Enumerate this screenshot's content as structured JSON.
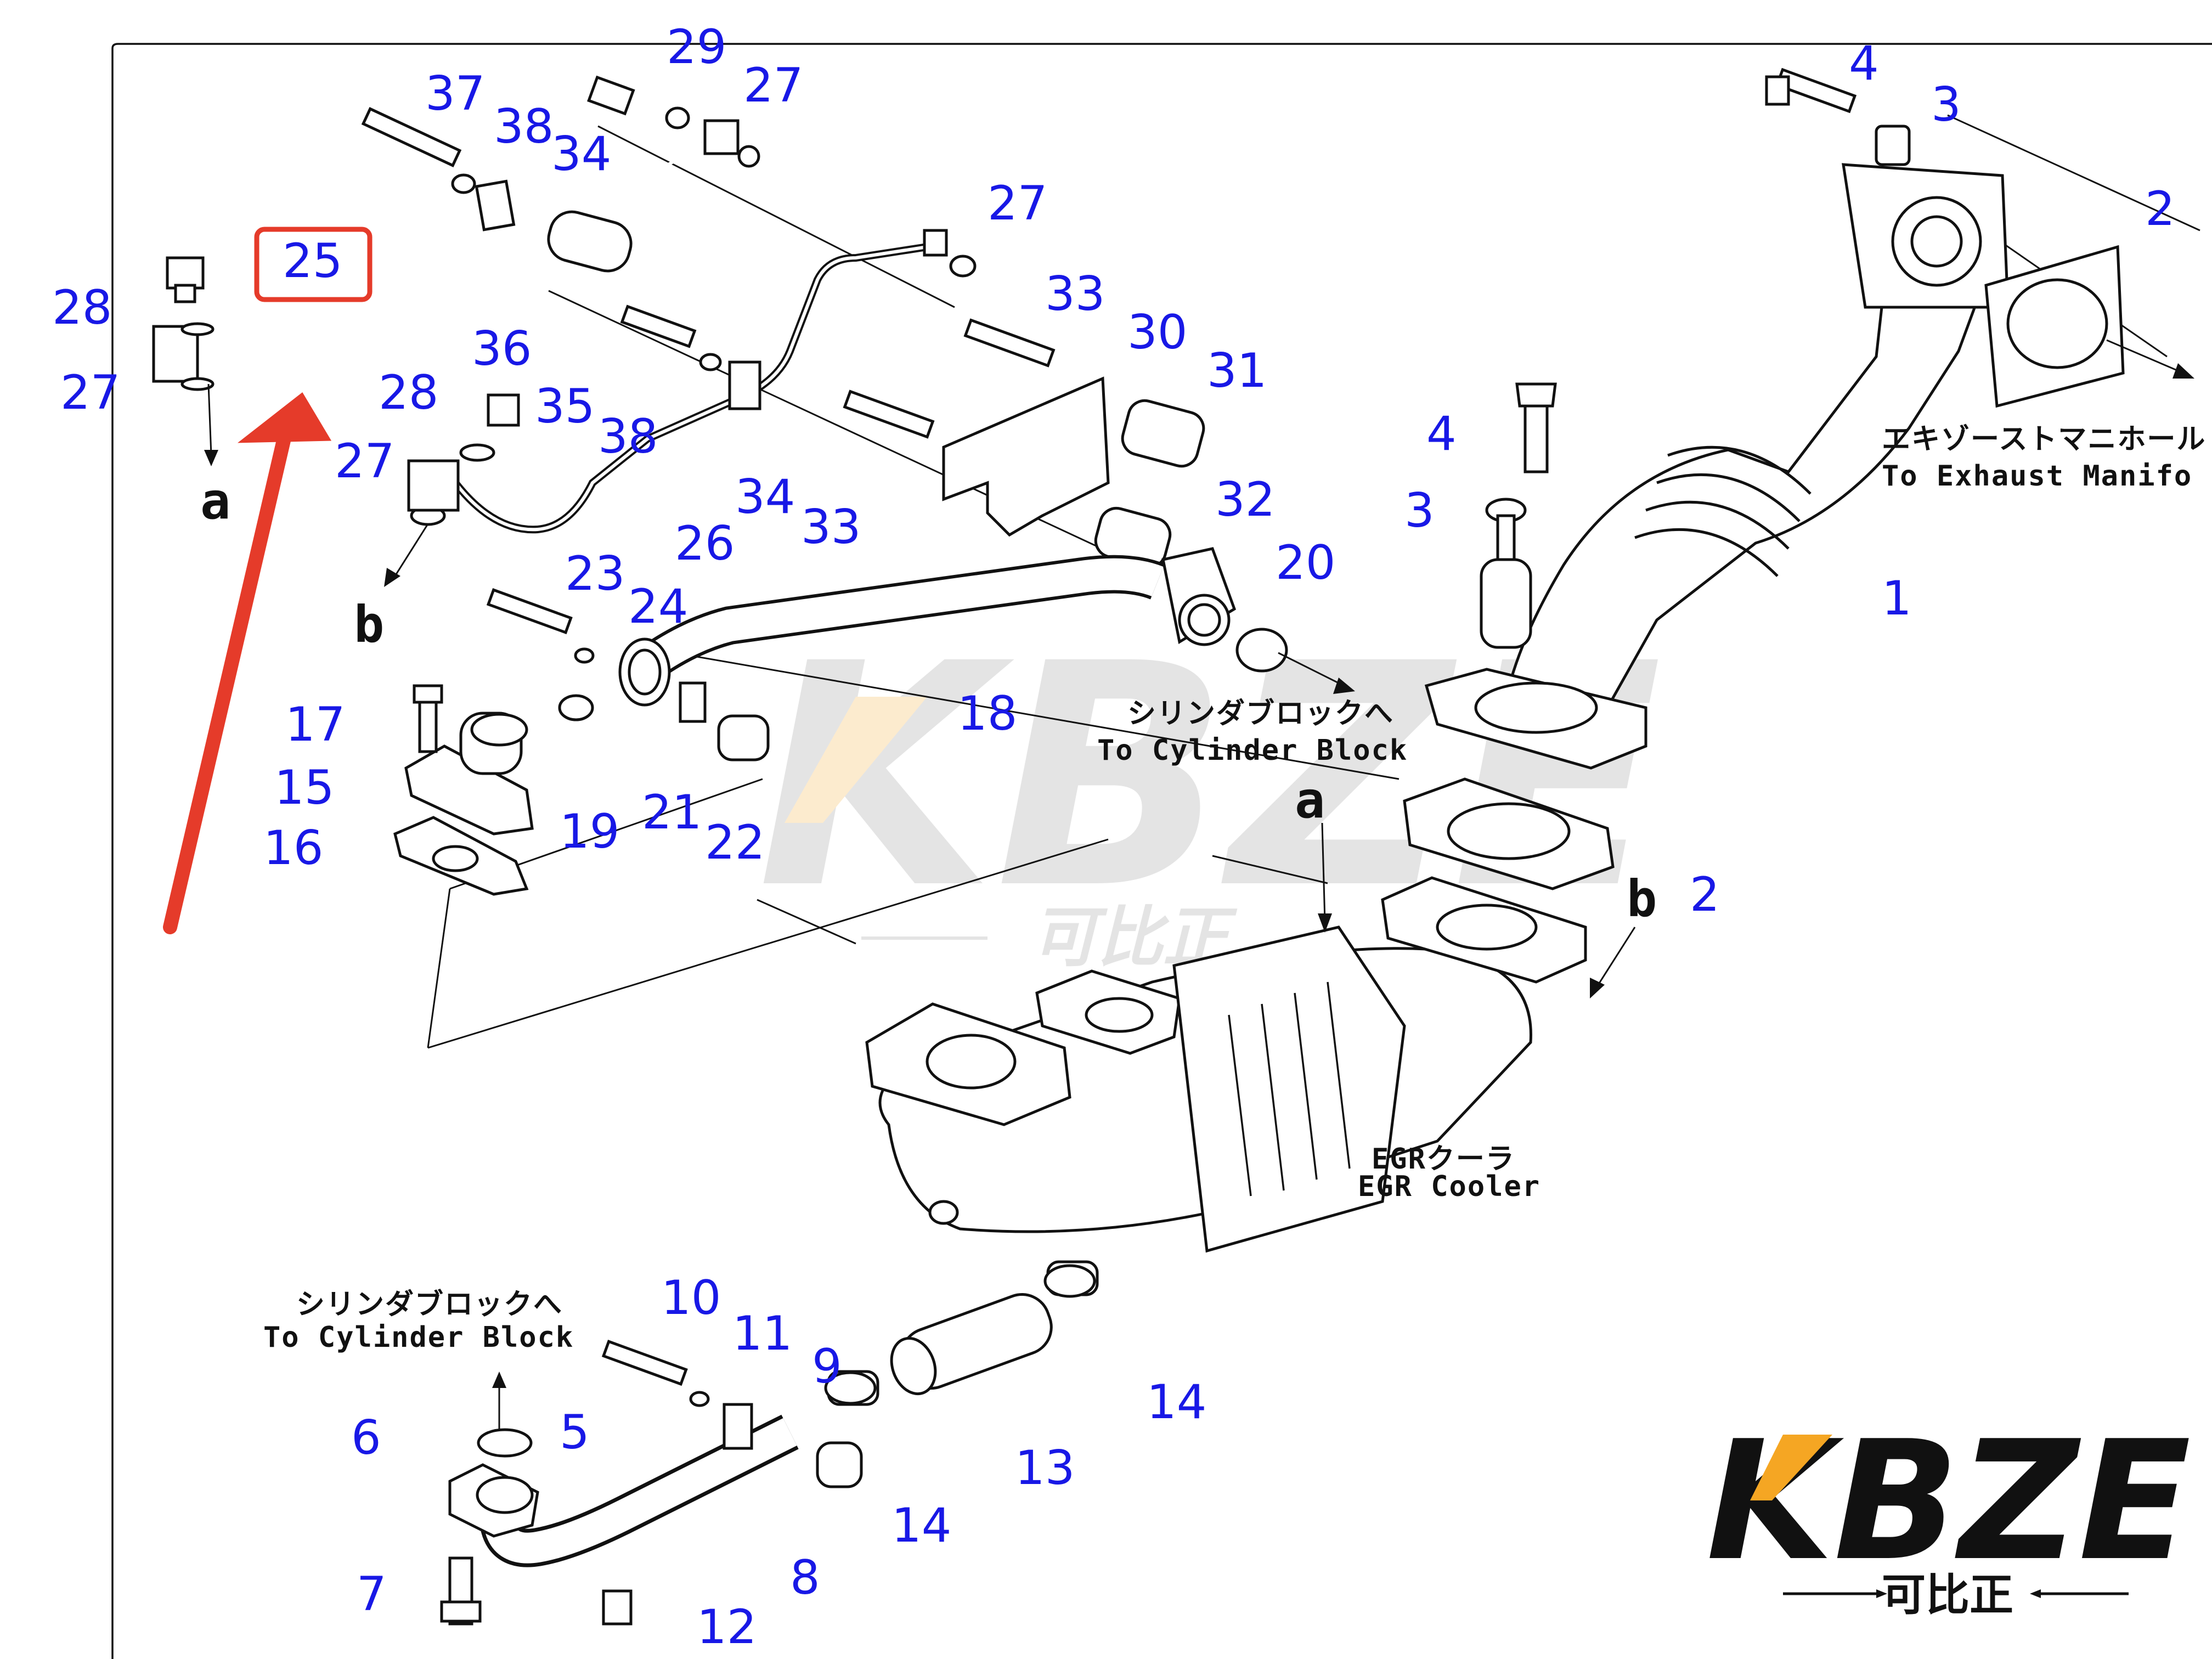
{
  "callouts": {
    "c1": "1",
    "c2a": "2",
    "c2b": "2",
    "c3a": "3",
    "c3b": "3",
    "c4a": "4",
    "c4b": "4",
    "c5": "5",
    "c6": "6",
    "c7": "7",
    "c8": "8",
    "c9": "9",
    "c10": "10",
    "c11": "11",
    "c12": "12",
    "c13": "13",
    "c14a": "14",
    "c14b": "14",
    "c15": "15",
    "c16": "16",
    "c17": "17",
    "c18": "18",
    "c19": "19",
    "c20": "20",
    "c21": "21",
    "c22": "22",
    "c23": "23",
    "c24": "24",
    "c25": "25",
    "c26": "26",
    "c27a": "27",
    "c27b": "27",
    "c27c": "27",
    "c27d": "27",
    "c28a": "28",
    "c28b": "28",
    "c29": "29",
    "c30": "30",
    "c31": "31",
    "c32": "32",
    "c33a": "33",
    "c33b": "33",
    "c34a": "34",
    "c34b": "34",
    "c35": "35",
    "c36": "36",
    "c37": "37",
    "c38a": "38",
    "c38b": "38"
  },
  "letters": {
    "a_left": "a",
    "b_left": "b",
    "a_center": "a",
    "b_center": "b"
  },
  "notes": {
    "exhaust_jp": "エキゾーストマニホールド",
    "exhaust_en": "To Exhaust Manifo",
    "cyl_jp_upper": "シリンダブロックへ",
    "cyl_en_upper": "To Cylinder Block",
    "egr_jp": "EGRクーラ",
    "egr_en": "EGR Cooler",
    "cyl_jp_lower": "シリンダブロックへ",
    "cyl_en_lower": "To Cylinder Block"
  },
  "watermark": {
    "brand": "KBZE",
    "sub": "可比正"
  },
  "logo": {
    "brand": "KBZE",
    "sub": "可比正"
  },
  "colors": {
    "callout": "#1818e6",
    "highlight_box": "#e53b2a",
    "arrow": "#e53b2a",
    "logo_orange": "#f5a623",
    "logo_dark": "#111111"
  },
  "highlight": {
    "part_number": "25"
  }
}
